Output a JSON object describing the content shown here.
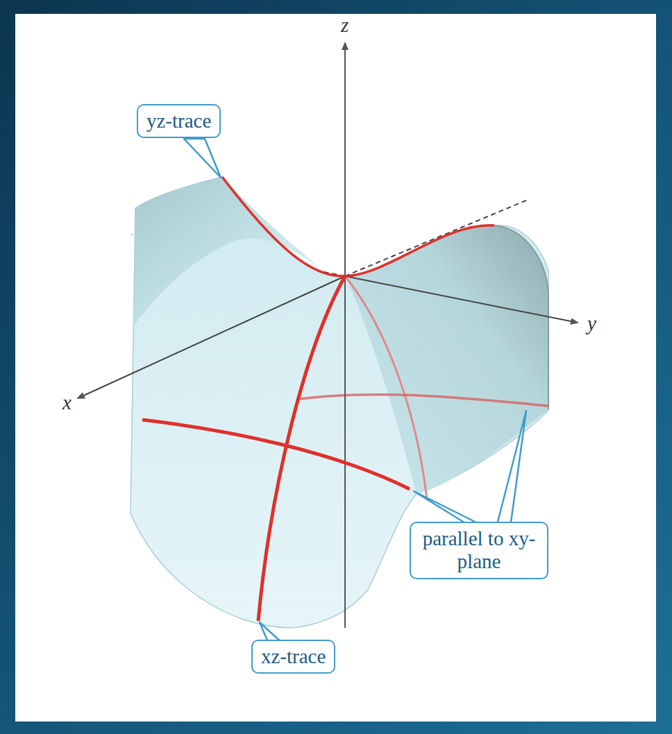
{
  "diagram": {
    "nodes": [
      {
        "text": [
          "yz-trace"
        ]
      },
      {
        "text": [
          "parallel to xy-plane"
        ]
      },
      {
        "text": [
          "xz-trace"
        ]
      }
    ],
    "labels": [
      "z",
      "y",
      "x"
    ]
  }
}
